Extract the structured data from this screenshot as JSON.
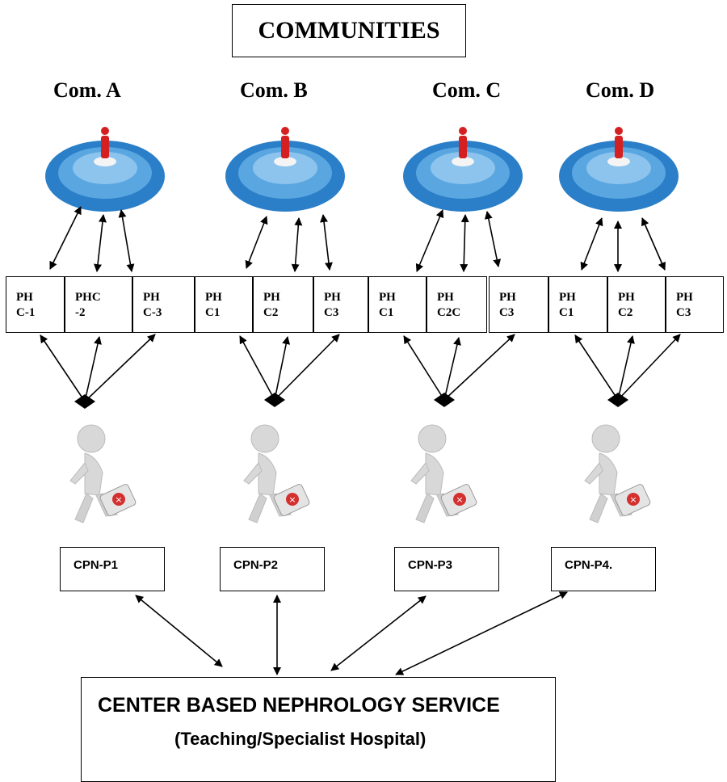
{
  "title": "COMMUNITIES",
  "communities": [
    {
      "label": "Com. A",
      "phcs": [
        "PH\nC-1",
        "PHC\n-2",
        "PH\nC-3"
      ],
      "cpn": "CPN-P1"
    },
    {
      "label": "Com. B",
      "phcs": [
        "PH\nC1",
        "PH\nC2",
        "PH\nC3"
      ],
      "cpn": "CPN-P2"
    },
    {
      "label": "Com. C",
      "phcs": [
        "PH\nC1",
        "PH\nC2C",
        "PH\nC3"
      ],
      "cpn": "CPN-P3"
    },
    {
      "label": "Com. D",
      "phcs": [
        "PH\nC1",
        "PH\nC2",
        "PH\nC3"
      ],
      "cpn": "CPN-P4."
    }
  ],
  "center": {
    "title": "CENTER BASED NEPHROLOGY SERVICE",
    "subtitle": "(Teaching/Specialist Hospital)"
  },
  "colors": {
    "crowd": "#2a7fc8",
    "leader": "#d42020",
    "outline": "#000000"
  }
}
